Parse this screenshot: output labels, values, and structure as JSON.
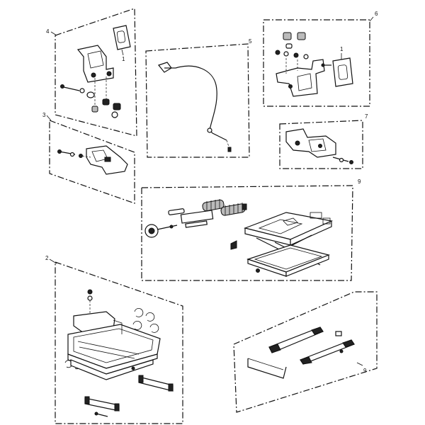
{
  "groups": [
    {
      "id": "4",
      "label": "4",
      "sub_label": "1"
    },
    {
      "id": "3",
      "label": "3"
    },
    {
      "id": "5",
      "label": "5"
    },
    {
      "id": "6",
      "label": "6",
      "sub_label": "1"
    },
    {
      "id": "7",
      "label": "7"
    },
    {
      "id": "9a",
      "label": "9"
    },
    {
      "id": "2",
      "label": "2"
    },
    {
      "id": "9b",
      "label": "9"
    }
  ],
  "icons": [
    "bracket-icon",
    "cable-icon",
    "bolt-icon",
    "spring-icon",
    "scissor-lift-icon",
    "seat-frame-icon",
    "slide-rail-icon"
  ]
}
